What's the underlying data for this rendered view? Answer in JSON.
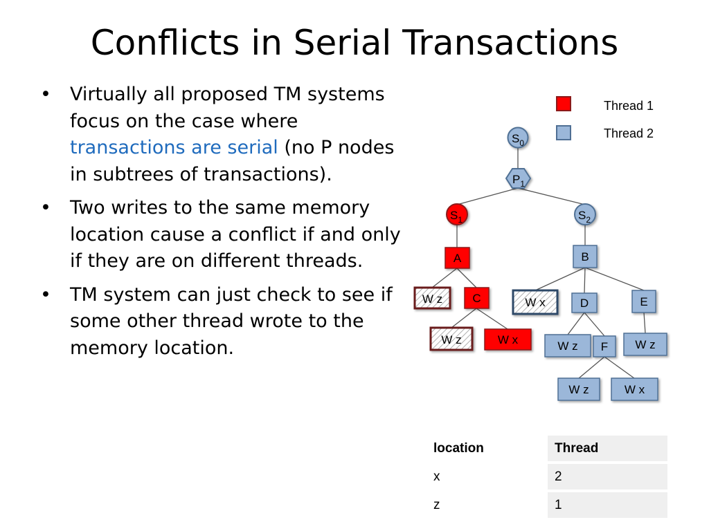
{
  "slide": {
    "title": "Conflicts in Serial Transactions"
  },
  "bullets": [
    {
      "parts": [
        "Virtually all proposed TM systems focus on the case where ",
        "transactions are serial",
        " (no P nodes in subtrees of transactions)."
      ]
    },
    {
      "text": "Two writes to the same memory location cause a conflict if and only if they are on different threads."
    },
    {
      "text": "TM system can just check to see if some other thread wrote to the memory location."
    }
  ],
  "legend": [
    {
      "label": "Thread 1",
      "color": "#ff0000"
    },
    {
      "label": "Thread 2",
      "color": "#9bb7d9"
    }
  ],
  "colors": {
    "thread1": "#ff0000",
    "thread2": "#9bb7d9",
    "highlight_text": "#1f6bbd",
    "node_border": "#4f6f94"
  },
  "tree": {
    "nodes": {
      "s0": {
        "label": "S",
        "sub": "0"
      },
      "p1": {
        "label": "P",
        "sub": "1"
      },
      "s1": {
        "label": "S",
        "sub": "1"
      },
      "s2": {
        "label": "S",
        "sub": "2"
      },
      "a": {
        "label": "A"
      },
      "c": {
        "label": "C"
      },
      "wz1": {
        "label": "W z"
      },
      "wz2": {
        "label": "W z"
      },
      "wx1": {
        "label": "W x"
      },
      "b": {
        "label": "B"
      },
      "wx2": {
        "label": "W x"
      },
      "d": {
        "label": "D"
      },
      "e": {
        "label": "E"
      },
      "wz3": {
        "label": "W z"
      },
      "f": {
        "label": "F"
      },
      "wz4": {
        "label": "W z"
      },
      "wz5": {
        "label": "W z"
      },
      "wx3": {
        "label": "W x"
      }
    }
  },
  "table": {
    "headers": [
      "location",
      "Thread"
    ],
    "rows": [
      [
        "x",
        "2"
      ],
      [
        "z",
        "1"
      ]
    ]
  }
}
